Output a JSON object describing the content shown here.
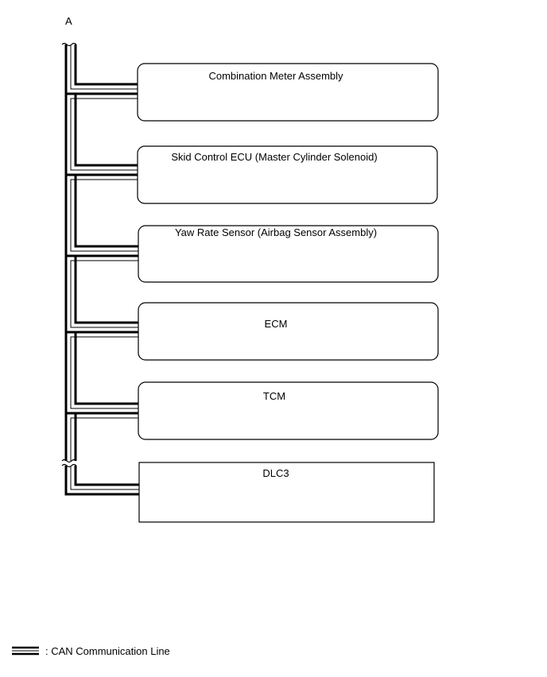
{
  "bus": {
    "label": "A"
  },
  "modules": [
    {
      "label": "Combination Meter Assembly"
    },
    {
      "label": "Skid Control ECU (Master Cylinder Solenoid)"
    },
    {
      "label": "Yaw Rate Sensor (Airbag Sensor Assembly)"
    },
    {
      "label": "ECM"
    },
    {
      "label": "TCM"
    },
    {
      "label": "DLC3"
    }
  ],
  "legend": {
    "label": ": CAN Communication Line"
  },
  "colors": {
    "line": "#000000",
    "background": "#ffffff"
  }
}
